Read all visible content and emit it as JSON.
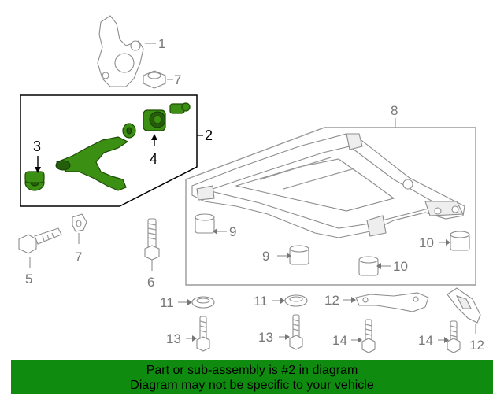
{
  "callouts": {
    "c1": "1",
    "c7a": "7",
    "c2": "2",
    "c3": "3",
    "c4": "4",
    "c8": "8",
    "c9a": "9",
    "c9b": "9",
    "c10a": "10",
    "c10b": "10",
    "c5": "5",
    "c7b": "7",
    "c6": "6",
    "c11a": "11",
    "c11b": "11",
    "c12a": "12",
    "c12b": "12",
    "c13a": "13",
    "c13b": "13",
    "c14a": "14",
    "c14b": "14"
  },
  "highlighted_part": "2",
  "colors": {
    "highlight": "#3b8f12",
    "banner": "#0f8c0f",
    "callout_text": "#777777"
  },
  "banner": {
    "line1": "Part or sub-assembly is #2 in diagram",
    "line2": "Diagram may not be specific to your vehicle"
  }
}
